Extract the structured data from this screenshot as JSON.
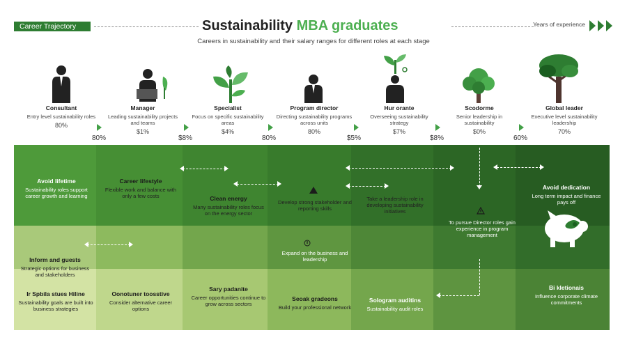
{
  "header": {
    "tag": "Career Trajectory",
    "title_main": "Sustainability",
    "title_mba": "MBA",
    "title_tail": "graduates",
    "subtitle": "Careers in sustainability and their salary ranges for different roles at each stage",
    "right_note": "Years of experience"
  },
  "stages": [
    {
      "title": "Consultant",
      "desc": "Entry level sustainability roles",
      "pct": "80%",
      "icon": "person-icon"
    },
    {
      "title": "Manager",
      "desc": "Leading sustainability projects and teams",
      "pct": "$1%",
      "icon": "person-laptop-icon"
    },
    {
      "title": "Specialist",
      "desc": "Focus on specific sustainability areas",
      "pct": "$4%",
      "icon": "sprout-icon"
    },
    {
      "title": "Program director",
      "desc": "Directing sustainability programs across units",
      "pct": "80%",
      "icon": "person-icon"
    },
    {
      "title": "Hur orante",
      "desc": "Overseeing sustainability strategy",
      "pct": "$7%",
      "icon": "person-plant-icon"
    },
    {
      "title": "Scodorme",
      "desc": "Senior leadership in sustainability",
      "pct": "$0%",
      "icon": "tree-icon"
    },
    {
      "title": "Global leader",
      "desc": "Executive level sustainability leadership",
      "pct": "70%",
      "icon": "big-tree-icon"
    }
  ],
  "between_pcts": [
    "80%",
    "$8%",
    "80%",
    "$5%",
    "$8%",
    "60%"
  ],
  "cells": {
    "r1c1": {
      "title": "Avoid lifetime",
      "text": "Sustainability roles support career growth and learning"
    },
    "r1c2": {
      "title": "Career lifestyle",
      "text": "Flexible work and balance with only a few costs"
    },
    "r1c3": {
      "title": "Clean energy",
      "text": "Many sustainability roles focus on the energy sector"
    },
    "r1c4": {
      "title": "",
      "text": "Develop strong stakeholder and reporting skills"
    },
    "r1c5": {
      "title": "",
      "text": "Take a leadership role in developing sustainability initiatives"
    },
    "r1c6": {
      "title": "",
      "text": "To pursue Director roles gain experience in program management"
    },
    "r1c7": {
      "title": "Avoid dedication",
      "text": "Long term impact and finance pays off"
    },
    "r2c1": {
      "title": "Inform and guests",
      "text": "Strategic options for business and stakeholders"
    },
    "r2c4": {
      "title": "",
      "text": "Expand on the business and leadership"
    },
    "r3c1": {
      "title": "Ir Spbila stues Hiline",
      "text": "Sustainability goals are built into business strategies"
    },
    "r3c2": {
      "title": "Oonotuner toosstive",
      "text": "Consider alternative career options"
    },
    "r3c3": {
      "title": "Sary padanite",
      "text": "Career opportunities continue to grow across sectors"
    },
    "r3c4": {
      "title": "Seoak gradeons",
      "text": "Build your professional network"
    },
    "r3c5": {
      "title": "Sologram auditins",
      "text": "Sustainability audit roles"
    },
    "r3c7": {
      "title": "Bi kletionais",
      "text": "Influence corporate climate commitments"
    }
  },
  "colors": {
    "brand": "#2e7d32",
    "accent": "#4caf50",
    "grid": [
      [
        "#4e9a3a",
        "#468f34",
        "#3f8530",
        "#387b2c",
        "#327029",
        "#2c6625",
        "#275c22"
      ],
      [
        "#a9c97a",
        "#8dba5e",
        "#73a64c",
        "#5f9640",
        "#4e8737",
        "#3e7a30",
        "#326d2a"
      ],
      [
        "#d3e3a4",
        "#bfd78c",
        "#a7c872",
        "#8db85c",
        "#74a64c",
        "#5e9440",
        "#4b8335"
      ]
    ]
  }
}
